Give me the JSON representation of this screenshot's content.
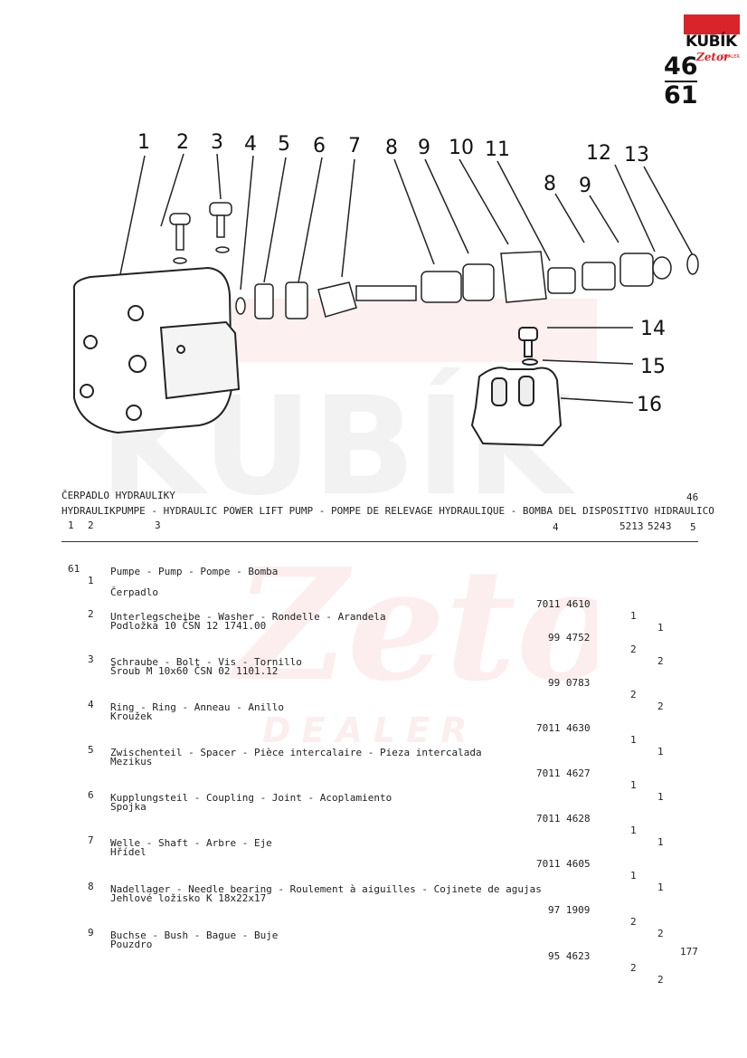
{
  "logo": {
    "brand": "KUBÍK",
    "sub": "Zetor",
    "tag": "DEALER"
  },
  "section": {
    "top": "46",
    "bottom": "61"
  },
  "callouts": [
    "1",
    "2",
    "3",
    "4",
    "5",
    "6",
    "7",
    "8",
    "9",
    "10",
    "11",
    "8",
    "9",
    "12",
    "13",
    "14",
    "15",
    "16"
  ],
  "watermark": {
    "brand": "KUBÍK",
    "sub": "Zetor",
    "tag": "DEALER"
  },
  "header": {
    "title_cs": "ČERPADLO HYDRAULIKY",
    "title_multi": "HYDRAULIKPUMPE - HYDRAULIC POWER LIFT PUMP - POMPE DE RELEVAGE HYDRAULIQUE - BOMBA DEL DISPOSITIVO HIDRAULICO",
    "ref": "46",
    "col1": "1",
    "col2": "2",
    "col3": "3",
    "col4": "4",
    "col5": "5213",
    "col6": "5243",
    "col7": "5"
  },
  "parts": [
    {
      "group": "61",
      "pos": "1",
      "name": "Čerpadlo",
      "desc": "Pumpe - Pump - Pompe - Bomba",
      "number": "7011 4610",
      "q1": "1",
      "q2": "1"
    },
    {
      "group": "",
      "pos": "2",
      "name": "Podložka 10 ČSN 12 1741.00",
      "desc": "Unterlegscheibe - Washer - Rondelle - Arandela",
      "number": "99 4752",
      "q1": "2",
      "q2": "2"
    },
    {
      "group": "",
      "pos": "3",
      "name": "Šroub M 10x60 ČSN 02 1101.12",
      "desc": "Schraube - Bolt - Vis - Tornillo",
      "number": "99 0783",
      "q1": "2",
      "q2": "2"
    },
    {
      "group": "",
      "pos": "4",
      "name": "Kroužek",
      "desc": "Ring - Ring - Anneau - Anillo",
      "number": "7011 4630",
      "q1": "1",
      "q2": "1"
    },
    {
      "group": "",
      "pos": "5",
      "name": "Mezikus",
      "desc": "Zwischenteil - Spacer - Pièce intercalaire - Pieza intercalada",
      "number": "7011 4627",
      "q1": "1",
      "q2": "1"
    },
    {
      "group": "",
      "pos": "6",
      "name": "Spojka",
      "desc": "Kupplungsteil - Coupling - Joint - Acoplamiento",
      "number": "7011 4628",
      "q1": "1",
      "q2": "1"
    },
    {
      "group": "",
      "pos": "7",
      "name": "Hřídel",
      "desc": "Welle - Shaft - Arbre - Eje",
      "number": "7011 4605",
      "q1": "1",
      "q2": "1"
    },
    {
      "group": "",
      "pos": "8",
      "name": "Jehlové ložisko K 18x22x17",
      "desc": "Nadellager - Needle bearing - Roulement à aiguilles - Cojinete de agujas",
      "number": "97 1909",
      "q1": "2",
      "q2": "2"
    },
    {
      "group": "",
      "pos": "9",
      "name": "Pouzdro",
      "desc": "Buchse - Bush - Bague - Buje",
      "number": "95 4623",
      "q1": "2",
      "q2": "2"
    }
  ],
  "page_number": "177"
}
